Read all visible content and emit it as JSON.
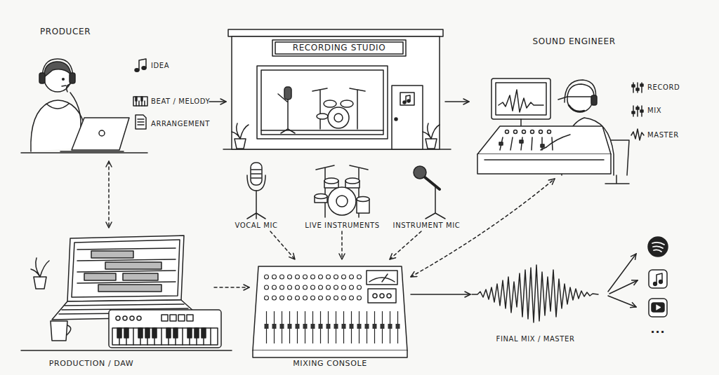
{
  "diagram": {
    "nodes": [
      {
        "text": [
          "PRODUCER",
          "IDEA",
          "BEAT / MELODY",
          "ARRANGEMENT"
        ]
      },
      {
        "text": [
          "RECORDING STUDIO"
        ]
      },
      {
        "text": [
          "SOUND ENGINEER",
          "RECORD",
          "MIX",
          "MASTER"
        ]
      },
      {
        "text": [
          "VOCAL MIC"
        ]
      },
      {
        "text": [
          "LIVE INSTRUMENTS"
        ]
      },
      {
        "text": [
          "INSTRUMENT MIC"
        ]
      },
      {
        "text": [
          "PRODUCTION / DAW"
        ]
      },
      {
        "text": [
          "MIXING CONSOLE"
        ]
      },
      {
        "text": [
          "FINAL MIX / MASTER"
        ]
      }
    ],
    "edges": [
      {
        "from": 0,
        "to": 1,
        "arrow": "to"
      },
      {
        "from": 1,
        "to": 2,
        "arrow": "to"
      },
      {
        "from": 0,
        "to": 6,
        "arrow": "both"
      },
      {
        "from": 3,
        "to": 7,
        "arrow": "to"
      },
      {
        "from": 4,
        "to": 7,
        "arrow": "to"
      },
      {
        "from": 5,
        "to": 7,
        "arrow": "to"
      },
      {
        "from": 6,
        "to": 7,
        "arrow": "to"
      },
      {
        "from": 7,
        "to": 2,
        "arrow": "both"
      },
      {
        "from": 7,
        "to": 8,
        "arrow": "to"
      }
    ],
    "labels": [
      "..."
    ]
  }
}
